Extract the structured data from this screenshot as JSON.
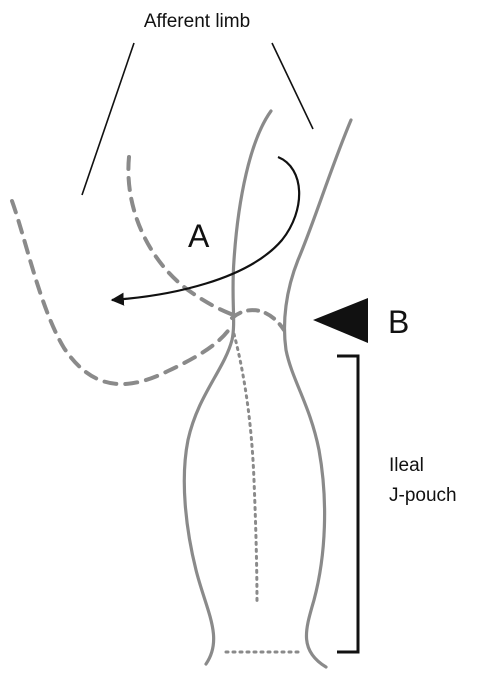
{
  "labels": {
    "afferent_limb": "Afferent limb",
    "a": "A",
    "b": "B",
    "ileal": "Ileal",
    "j_pouch": "J-pouch"
  },
  "colors": {
    "pouch_line": "#8a8a8a",
    "annotation_line": "#111111",
    "background": "#ffffff"
  }
}
